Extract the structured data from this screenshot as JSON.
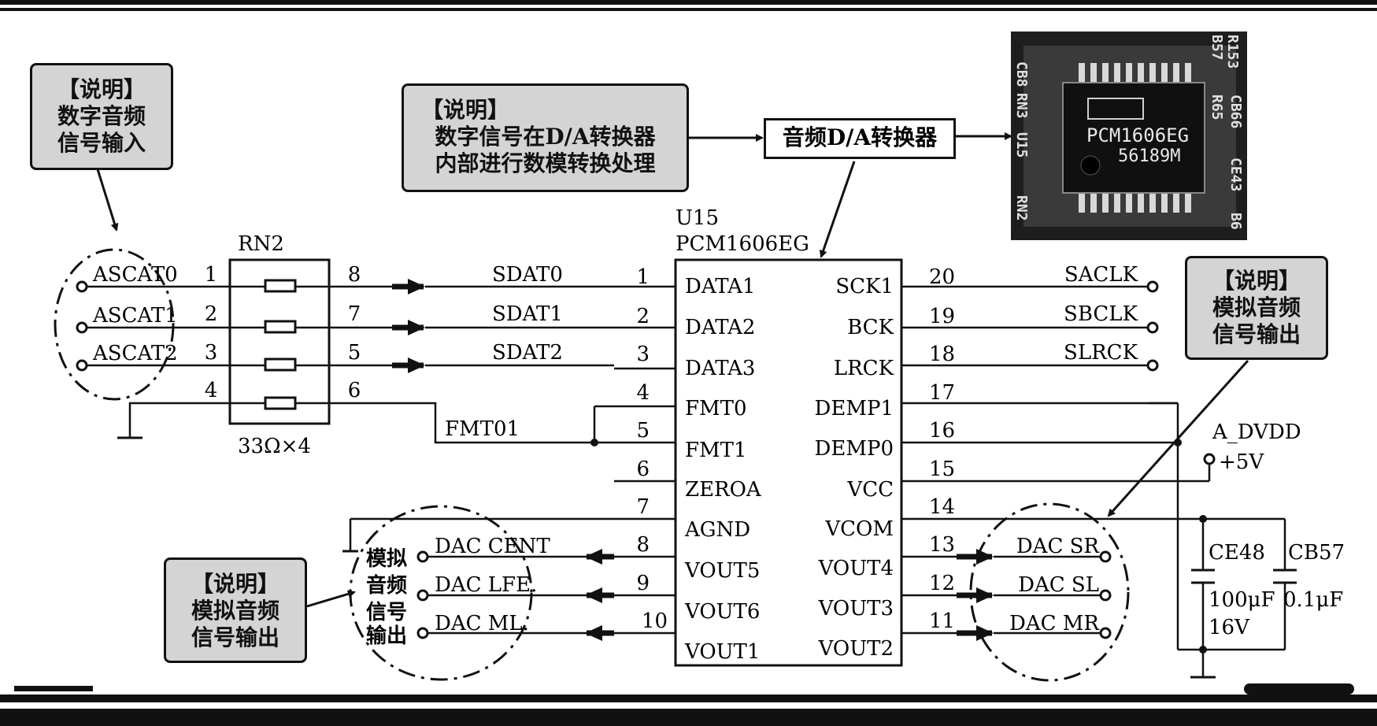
{
  "notes": {
    "digital_in": {
      "line1": "【说明】",
      "line2": "数字音频",
      "line3": "信号输入"
    },
    "da_proc": {
      "line1": "【说明】",
      "line2": "数字信号在D/A转换器",
      "line3": "内部进行数模转换处理"
    },
    "analog_out_right": {
      "line1": "【说明】",
      "line2": "模拟音频",
      "line3": "信号输出"
    },
    "analog_out_left": {
      "line1": "【说明】",
      "line2": "模拟音频",
      "line3": "信号输出"
    }
  },
  "converter_label": "音频D/A转换器",
  "chip_photo": {
    "marking1": "PCM1606EG",
    "marking2": "56189M",
    "silk": [
      "CB8",
      "RN3",
      "U15",
      "RN2",
      "B57",
      "R153",
      "R65",
      "CB66",
      "CE43",
      "B6"
    ]
  },
  "ic": {
    "refdes": "U15",
    "part": "PCM1606EG",
    "left_pins": [
      {
        "num": "1",
        "name": "DATA1"
      },
      {
        "num": "2",
        "name": "DATA2"
      },
      {
        "num": "3",
        "name": "DATA3"
      },
      {
        "num": "4",
        "name": "FMT0"
      },
      {
        "num": "5",
        "name": "FMT1"
      },
      {
        "num": "6",
        "name": "ZEROA"
      },
      {
        "num": "7",
        "name": "AGND"
      },
      {
        "num": "8",
        "name": "VOUT5"
      },
      {
        "num": "9",
        "name": "VOUT6"
      },
      {
        "num": "10",
        "name": "VOUT1"
      }
    ],
    "right_pins": [
      {
        "num": "20",
        "name": "SCK1"
      },
      {
        "num": "19",
        "name": "BCK"
      },
      {
        "num": "18",
        "name": "LRCK"
      },
      {
        "num": "17",
        "name": "DEMP1"
      },
      {
        "num": "16",
        "name": "DEMP0"
      },
      {
        "num": "15",
        "name": "VCC"
      },
      {
        "num": "14",
        "name": "VCOM"
      },
      {
        "num": "13",
        "name": "VOUT4"
      },
      {
        "num": "12",
        "name": "VOUT3"
      },
      {
        "num": "11",
        "name": "VOUT2"
      }
    ]
  },
  "resistor_pack": {
    "refdes": "RN2",
    "value": "33Ω×4",
    "left_pins": [
      "1",
      "2",
      "3",
      "4"
    ],
    "right_pins": [
      "8",
      "7",
      "5",
      "6"
    ]
  },
  "inputs": [
    "ASCAT0",
    "ASCAT1",
    "ASCAT2"
  ],
  "nets": {
    "sdat": [
      "SDAT0",
      "SDAT1",
      "SDAT2"
    ],
    "fmt": "FMT01"
  },
  "right_signals": [
    "SACLK",
    "SBCLK",
    "SLRCK"
  ],
  "power": {
    "rail": "A_DVDD",
    "voltage": "+5V"
  },
  "caps": {
    "ce48": {
      "ref": "CE48",
      "value": "100μF",
      "voltage": "16V"
    },
    "cb57": {
      "ref": "CB57",
      "value": "0.1μF"
    }
  },
  "outputs_left": [
    "DAC CENT",
    "DAC LFE.",
    "DAC ML."
  ],
  "outputs_left_group_label": [
    "模拟",
    "音频",
    "信号",
    "输出"
  ],
  "outputs_right": [
    "DAC SR",
    "DAC SL",
    "DAC MR"
  ]
}
